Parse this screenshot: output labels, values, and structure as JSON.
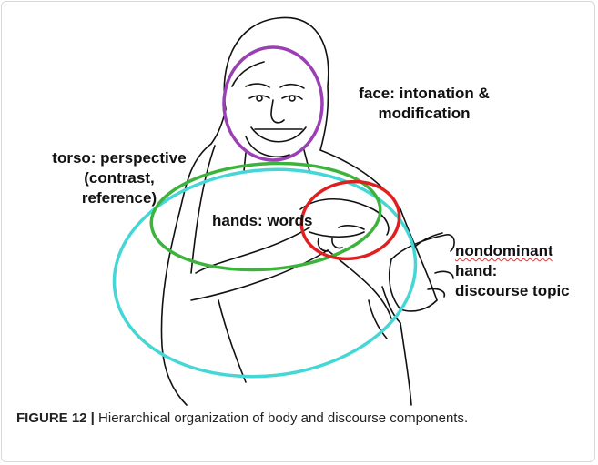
{
  "labels": {
    "face": [
      "face: intonation &",
      "modification"
    ],
    "torso": [
      "torso: perspective",
      "(contrast,",
      "reference)"
    ],
    "hands": "hands: words",
    "nondominant": [
      "nondominant",
      "hand:",
      "discourse topic"
    ]
  },
  "caption": {
    "figure": "FIGURE 12 |",
    "text": " Hierarchical organization of body and discourse components."
  },
  "colors": {
    "face_ring": "#9b3fb5",
    "torso_ring": "#3cb43c",
    "hands_ring": "#e02020",
    "body_ring": "#45d6d6"
  }
}
